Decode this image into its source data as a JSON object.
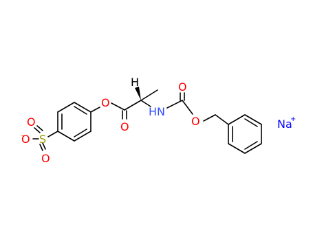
{
  "colors": {
    "bond": "#000000",
    "oxygen": "#ff0000",
    "nitrogen": "#3050f8",
    "sulfur": "#9a9a00",
    "sodium": "#0000ff",
    "hydrogen": "#000000",
    "background": "#ffffff"
  },
  "atoms": {
    "sulfonate_s": "S",
    "sulfonate_o_minus": "O",
    "sulfonate_o_minus_charge": "-",
    "sulfonate_o_top": "O",
    "sulfonate_o_bottom": "O",
    "ester_o": "O",
    "ester_carbonyl_o": "O",
    "stereo_h": "H",
    "amide_nh": "HN",
    "carbamate_carbonyl_o": "O",
    "carbamate_o": "O",
    "counterion": "Na",
    "counterion_charge": "+"
  }
}
